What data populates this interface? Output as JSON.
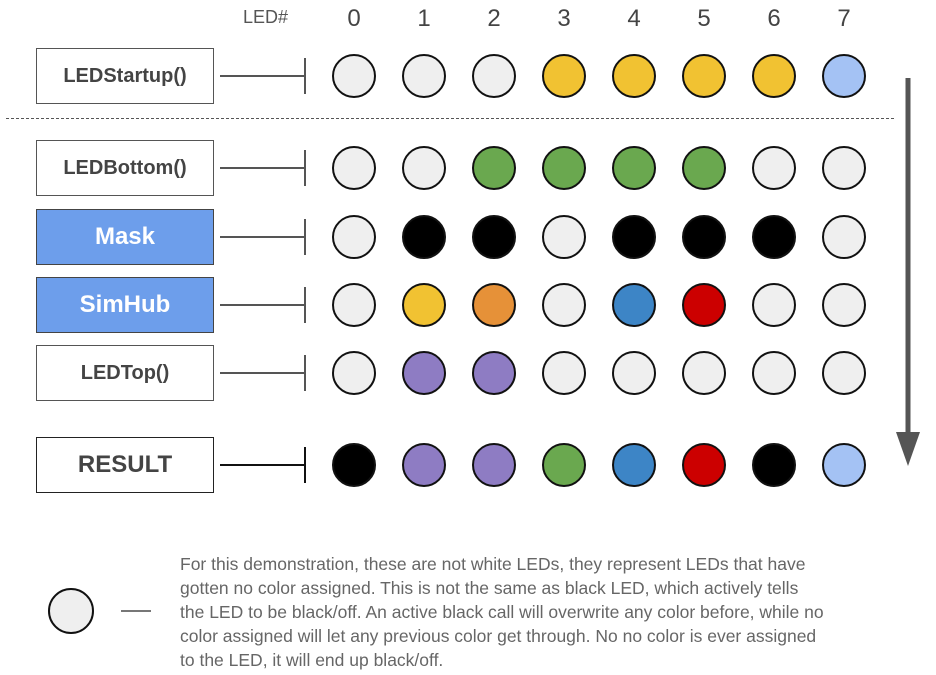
{
  "header": {
    "label": "LED#",
    "indices": [
      "0",
      "1",
      "2",
      "3",
      "4",
      "5",
      "6",
      "7"
    ]
  },
  "colors": {
    "unassigned": "#efefef",
    "black": "#000000",
    "yellow": "#f1c232",
    "light_blue": "#a4c2f4",
    "green": "#6aa84f",
    "orange": "#e69138",
    "blue": "#3d85c6",
    "red": "#cc0000",
    "purple": "#8e7cc3",
    "layer_blue": "#6d9eeb"
  },
  "rows": [
    {
      "label": "LEDStartup()",
      "style": "plain",
      "leds": [
        "unassigned",
        "unassigned",
        "unassigned",
        "yellow",
        "yellow",
        "yellow",
        "yellow",
        "light_blue"
      ]
    },
    {
      "label": "LEDBottom()",
      "style": "plain",
      "leds": [
        "unassigned",
        "unassigned",
        "green",
        "green",
        "green",
        "green",
        "unassigned",
        "unassigned"
      ]
    },
    {
      "label": "Mask",
      "style": "blue",
      "leds": [
        "unassigned",
        "black",
        "black",
        "unassigned",
        "black",
        "black",
        "black",
        "unassigned"
      ]
    },
    {
      "label": "SimHub",
      "style": "blue",
      "leds": [
        "unassigned",
        "yellow",
        "orange",
        "unassigned",
        "blue",
        "red",
        "unassigned",
        "unassigned"
      ]
    },
    {
      "label": "LEDTop()",
      "style": "plain",
      "leds": [
        "unassigned",
        "purple",
        "purple",
        "unassigned",
        "unassigned",
        "unassigned",
        "unassigned",
        "unassigned"
      ]
    },
    {
      "label": "RESULT",
      "style": "result",
      "leds": [
        "black",
        "purple",
        "purple",
        "green",
        "blue",
        "red",
        "black",
        "light_blue"
      ]
    }
  ],
  "flow_arrow": {
    "direction": "down",
    "icon": "arrow-down-icon"
  },
  "legend": {
    "symbol": "unassigned",
    "text": "For this demonstration, these are not white LEDs, they represent LEDs that have\ngotten no color assigned. This is not the same as black LED, which actively tells\nthe LED to be black/off. An active black call will overwrite any color before, while no\ncolor assigned will let any previous color get through. No no color is ever assigned\nto the LED, it will end up black/off."
  }
}
